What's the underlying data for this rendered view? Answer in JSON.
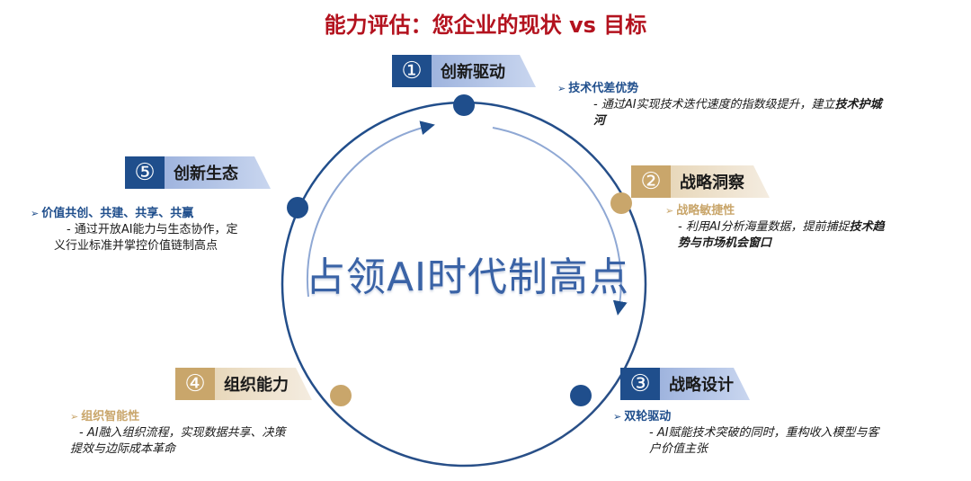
{
  "title": "能力评估：您企业的现状 vs 目标",
  "center": "占领AI时代制高点",
  "colors": {
    "title": "#b3121e",
    "blue": "#1f4e8c",
    "tan": "#c9a66b"
  },
  "nodes": [
    {
      "num": "①",
      "label": "创新驱动",
      "theme": "blue"
    },
    {
      "num": "②",
      "label": "战略洞察",
      "theme": "tan"
    },
    {
      "num": "③",
      "label": "战略设计",
      "theme": "blue"
    },
    {
      "num": "④",
      "label": "组织能力",
      "theme": "tan"
    },
    {
      "num": "⑤",
      "label": "创新生态",
      "theme": "blue"
    }
  ],
  "notes": {
    "n1": {
      "head": "技术代差优势",
      "body_a": "- 通过AI实现技术迭代速度的指数级提升，建立",
      "body_b": "技术护城",
      "body_c": "河"
    },
    "n2": {
      "head": "战略敏捷性",
      "body_a": "- 利用AI分析海量数据，提前捕捉",
      "body_b": "技术趋",
      "body_c": "势与市场机会窗口"
    },
    "n3": {
      "head": "双轮驱动",
      "body_a": "- AI赋能技术突破的同时，重构收入模型与客",
      "body_b": "户价值主张"
    },
    "n4": {
      "head": "组织智能性",
      "body_a": "- AI融入组织流程，实现数据共享、决策",
      "body_b": "提效与边际成本革命"
    },
    "n5": {
      "head": "价值共创、共建、共享、共赢",
      "body_a": "- 通过开放AI能力与生态协作，定",
      "body_b": "义行业标准并掌控价值链制高点"
    }
  },
  "arrow_glyph": "➢"
}
